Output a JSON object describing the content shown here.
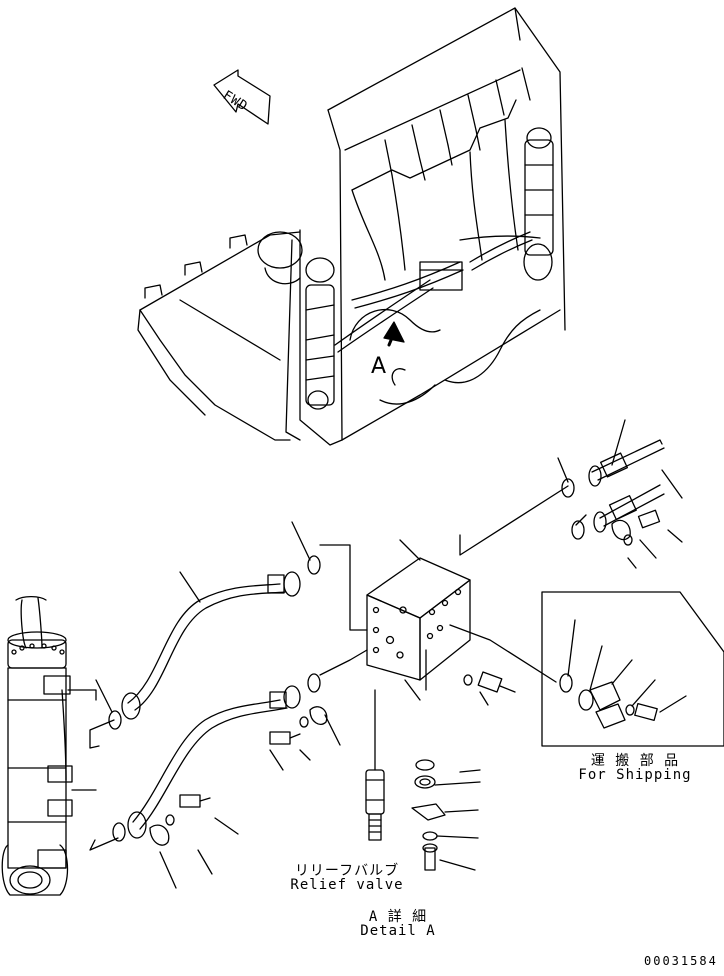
{
  "fwd_arrow": {
    "label": "FWD"
  },
  "detail_marker": {
    "label": "A"
  },
  "relief_valve": {
    "label_jp": "リリーフバルブ",
    "label_en": "Relief valve"
  },
  "shipping_box": {
    "label_jp": "運 搬 部 品",
    "label_en": "For Shipping"
  },
  "detail_title": {
    "label_jp": "A 詳 細",
    "label_en": "Detail A"
  },
  "drawing_number": "00031584"
}
